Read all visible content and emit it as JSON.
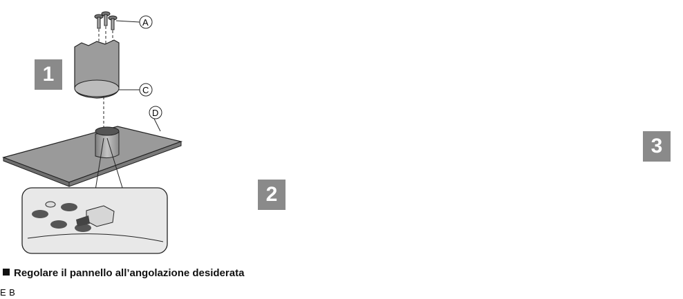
{
  "steps": {
    "step1": "1",
    "step2": "2",
    "step3": "3"
  },
  "callouts": {
    "a": "A",
    "b": "B",
    "c": "C",
    "d": "D",
    "e": "E"
  },
  "instruction": "Regolare il pannello all’angolazione desiderata",
  "colors": {
    "tv_body": "#c9c9c9",
    "panel_dark": "#8f8f8f",
    "badge": "#8a8a8a",
    "line": "#222222"
  }
}
